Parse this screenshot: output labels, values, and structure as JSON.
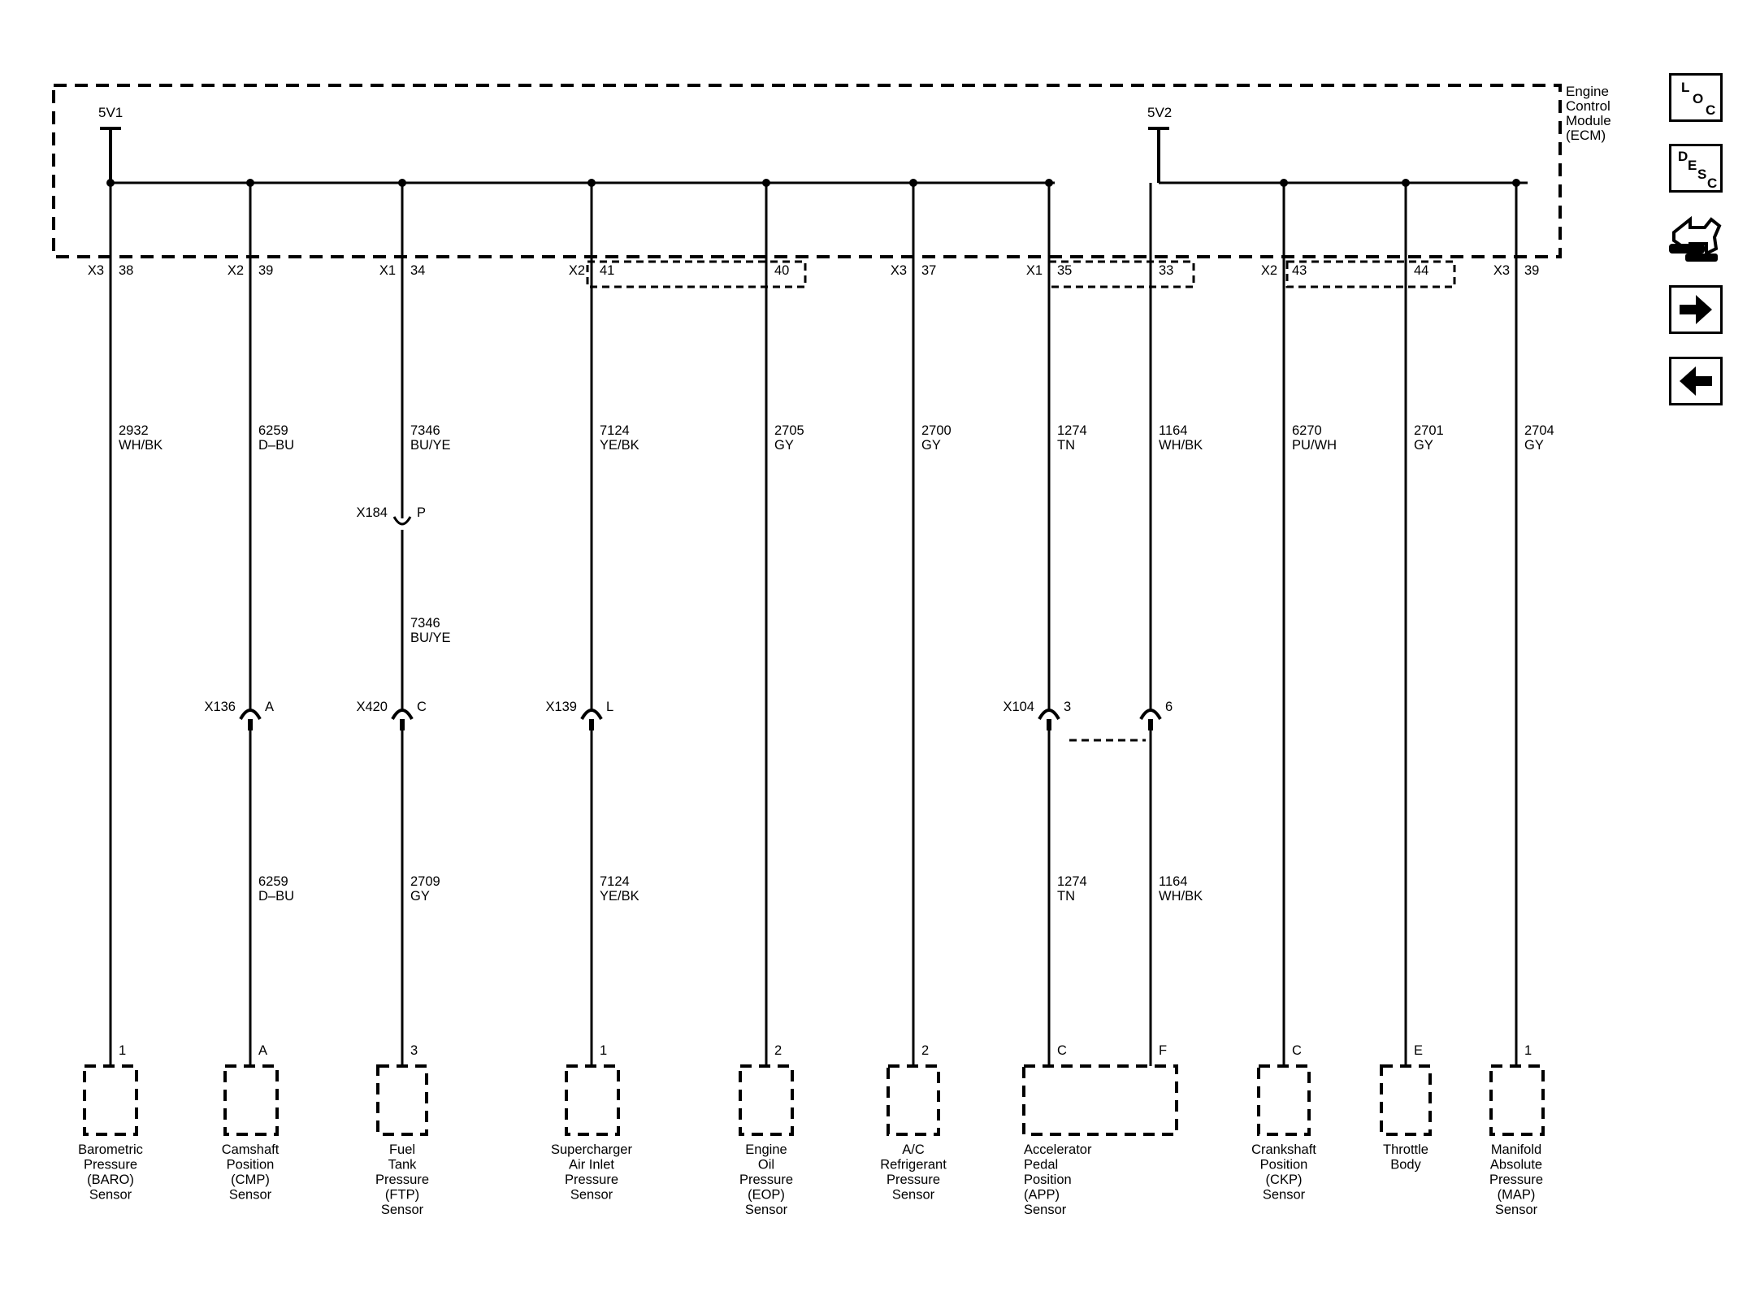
{
  "module": {
    "label_lines": [
      "Engine",
      "Control",
      "Module",
      "(ECM)"
    ],
    "ref_left": "5V1",
    "ref_right": "5V2"
  },
  "circuits": [
    {
      "id": "baro",
      "conn": "X3",
      "pin": "38",
      "top": {
        "num": "2932",
        "color": "WH/BK"
      },
      "bottom": null,
      "inline": [],
      "sensor_pin": "1",
      "sensor_lines": [
        "Barometric",
        "Pressure",
        "(BARO)",
        "Sensor"
      ]
    },
    {
      "id": "cmp",
      "conn": "X2",
      "pin": "39",
      "top": {
        "num": "6259",
        "color": "D–BU"
      },
      "bottom": {
        "num": "6259",
        "color": "D–BU"
      },
      "inline": [
        {
          "conn": "X136",
          "pin": "A"
        }
      ],
      "sensor_pin": "A",
      "sensor_lines": [
        "Camshaft",
        "Position",
        "(CMP)",
        "Sensor"
      ]
    },
    {
      "id": "ftp",
      "conn": "X1",
      "pin": "34",
      "top": {
        "num": "7346",
        "color": "BU/YE"
      },
      "middle": {
        "num": "7346",
        "color": "BU/YE"
      },
      "bottom": {
        "num": "2709",
        "color": "GY"
      },
      "inline": [
        {
          "conn": "X184",
          "pin": "P"
        },
        {
          "conn": "X420",
          "pin": "C"
        }
      ],
      "sensor_pin": "3",
      "sensor_lines": [
        "Fuel",
        "Tank",
        "Pressure",
        "(FTP)",
        "Sensor"
      ]
    },
    {
      "id": "sc",
      "conn": "X2",
      "pin": "41",
      "top": {
        "num": "7124",
        "color": "YE/BK"
      },
      "bottom": {
        "num": "7124",
        "color": "YE/BK"
      },
      "inline": [
        {
          "conn": "X139",
          "pin": "L"
        }
      ],
      "sensor_pin": "1",
      "sensor_lines": [
        "Supercharger",
        "Air Inlet",
        "Pressure",
        "Sensor"
      ]
    },
    {
      "id": "eop",
      "conn": "",
      "pin": "40",
      "top": {
        "num": "2705",
        "color": "GY"
      },
      "bottom": null,
      "inline": [],
      "sensor_pin": "2",
      "sensor_lines": [
        "Engine",
        "Oil",
        "Pressure",
        "(EOP)",
        "Sensor"
      ]
    },
    {
      "id": "ac",
      "conn": "X3",
      "pin": "37",
      "top": {
        "num": "2700",
        "color": "GY"
      },
      "bottom": null,
      "inline": [],
      "sensor_pin": "2",
      "sensor_lines": [
        "A/C",
        "Refrigerant",
        "Pressure",
        "Sensor"
      ]
    },
    {
      "id": "app1",
      "conn": "X1",
      "pin": "35",
      "top": {
        "num": "1274",
        "color": "TN"
      },
      "bottom": {
        "num": "1274",
        "color": "TN"
      },
      "inline": [
        {
          "conn": "X104",
          "pin": "3"
        }
      ],
      "sensor_pin": "C",
      "sensor_lines": [
        "Accelerator",
        "Pedal",
        "Position",
        "(APP)",
        "Sensor"
      ]
    },
    {
      "id": "app2",
      "conn": "",
      "pin": "33",
      "top": {
        "num": "1164",
        "color": "WH/BK"
      },
      "bottom": {
        "num": "1164",
        "color": "WH/BK"
      },
      "inline": [
        {
          "conn": "",
          "pin": "6"
        }
      ],
      "sensor_pin": "F",
      "sensor_lines": []
    },
    {
      "id": "ckp",
      "conn": "X2",
      "pin": "43",
      "top": {
        "num": "6270",
        "color": "PU/WH"
      },
      "bottom": null,
      "inline": [],
      "sensor_pin": "C",
      "sensor_lines": [
        "Crankshaft",
        "Position",
        "(CKP)",
        "Sensor"
      ]
    },
    {
      "id": "tb",
      "conn": "",
      "pin": "44",
      "top": {
        "num": "2701",
        "color": "GY"
      },
      "bottom": null,
      "inline": [],
      "sensor_pin": "E",
      "sensor_lines": [
        "Throttle",
        "Body"
      ]
    },
    {
      "id": "map",
      "conn": "X3",
      "pin": "39",
      "top": {
        "num": "2704",
        "color": "GY"
      },
      "bottom": null,
      "inline": [],
      "sensor_pin": "1",
      "sensor_lines": [
        "Manifold",
        "Absolute",
        "Pressure",
        "(MAP)",
        "Sensor"
      ]
    }
  ],
  "nav": {
    "loc": {
      "letters": [
        "L",
        "O",
        "C"
      ]
    },
    "desc": {
      "letters": [
        "D",
        "E",
        "S",
        "C"
      ]
    },
    "icons": [
      "connector-info-icon",
      "next-arrow-icon",
      "previous-arrow-icon"
    ]
  }
}
